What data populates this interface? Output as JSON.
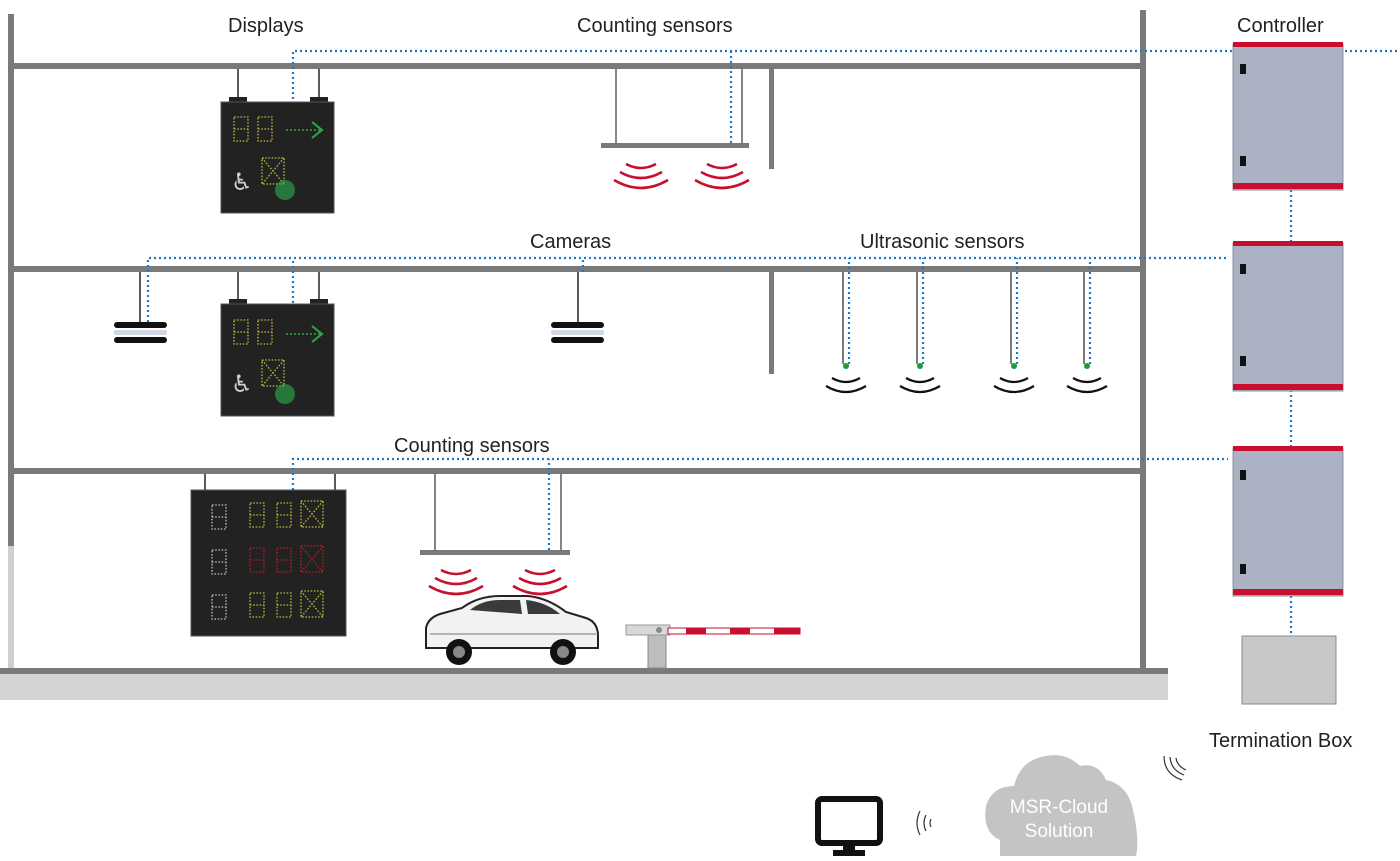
{
  "labels": {
    "displays": "Displays",
    "counting_sensors_top": "Counting sensors",
    "controller": "Controller",
    "cameras": "Cameras",
    "ultrasonic_sensors": "Ultrasonic sensors",
    "counting_sensors_bottom": "Counting sensors",
    "termination_box": "Termination Box",
    "cloud_line1": "MSR-Cloud",
    "cloud_line2": "Solution"
  },
  "icons": {
    "display": "parking-guidance-display-icon",
    "counting_sensor": "counting-sensor-icon",
    "camera": "camera-icon",
    "ultrasonic_sensor": "ultrasonic-sensor-icon",
    "controller": "controller-cabinet-icon",
    "termination_box": "termination-box-icon",
    "cloud": "cloud-icon",
    "monitor": "monitor-icon",
    "wifi": "wireless-signal-icon",
    "car": "car-icon",
    "barrier": "barrier-gate-icon",
    "wheelchair": "wheelchair-icon"
  },
  "colors": {
    "structure": "#7a7a7a",
    "ground": "#d4d4d4",
    "cable": "#1f78c8",
    "counting_signal": "#c8102e",
    "ultrasonic_signal": "#111111",
    "sensor_led": "#1a9a3a",
    "cabinet_body": "#aab2c4",
    "cabinet_trim": "#c8102e",
    "display_face": "#222222",
    "digit_yellow": "#b9b93a",
    "digit_red": "#b0202a",
    "arrow_green": "#2ea84a",
    "cloud_fill": "#c4c4c4",
    "text": "#222222"
  }
}
